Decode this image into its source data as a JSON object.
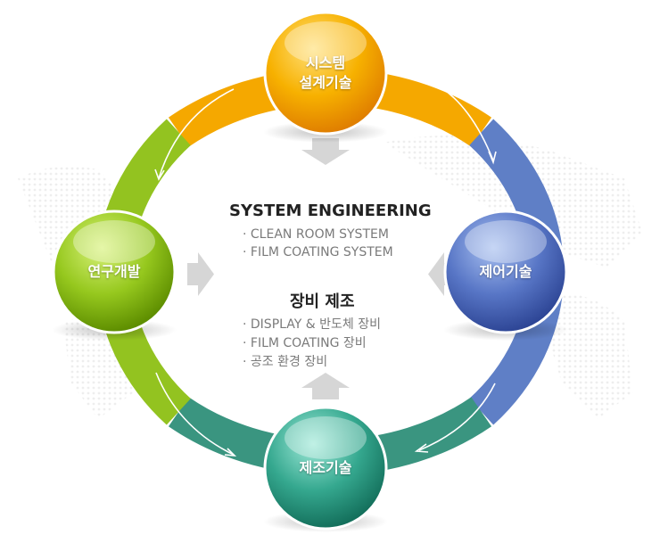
{
  "nodes": {
    "top": {
      "line1": "시스템",
      "line2": "설계기술"
    },
    "right": {
      "label": "제어기술"
    },
    "bottom": {
      "label": "제조기술"
    },
    "left": {
      "label": "연구개발"
    }
  },
  "center": {
    "section1": {
      "title": "SYSTEM  ENGINEERING",
      "items": [
        "· CLEAN ROOM SYSTEM",
        "· FILM COATING SYSTEM"
      ]
    },
    "section2": {
      "title": "장비 제조",
      "items": [
        "· DISPLAY & 반도체 장비",
        "· FILM COATING 장비",
        "· 공조 환경 장비"
      ]
    }
  },
  "colors": {
    "orange": "#f5a800",
    "blue": "#5b7cc4",
    "teal": "#2e8f79",
    "green": "#8cc21a",
    "arrow_gray": "#d8d8d8"
  }
}
